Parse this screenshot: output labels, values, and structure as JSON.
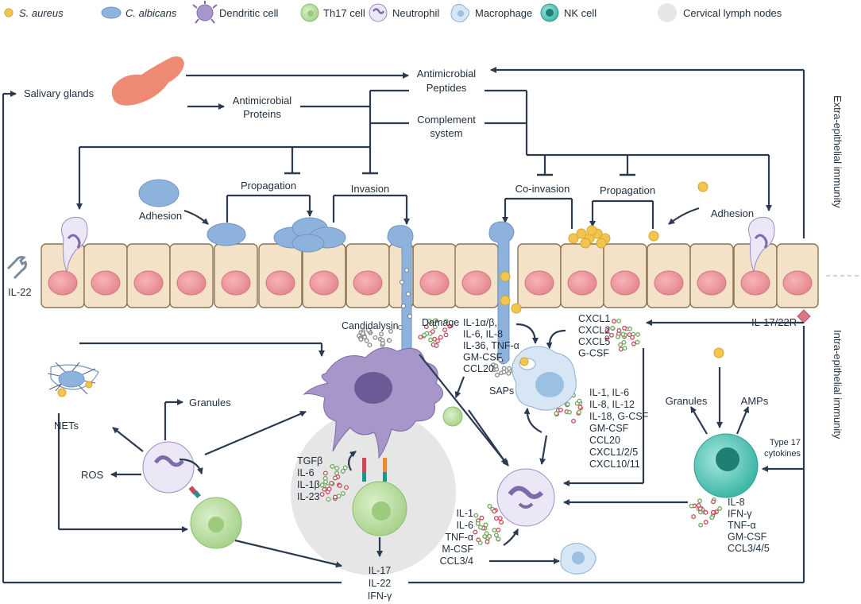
{
  "legend": [
    {
      "icon": "s-aureus-icon",
      "label": "S. aureus",
      "italic": true
    },
    {
      "icon": "c-albicans-icon",
      "label": "C. albicans",
      "italic": true
    },
    {
      "icon": "dendritic-cell-icon",
      "label": "Dendritic cell",
      "italic": false
    },
    {
      "icon": "th17-cell-icon",
      "label": "Th17 cell",
      "italic": false
    },
    {
      "icon": "neutrophil-icon",
      "label": "Neutrophil",
      "italic": false
    },
    {
      "icon": "macrophage-icon",
      "label": "Macrophage",
      "italic": false
    },
    {
      "icon": "nk-cell-icon",
      "label": "NK cell",
      "italic": false
    },
    {
      "icon": "cervical-lymph-nodes-icon",
      "label": "Cervical lymph nodes",
      "italic": false
    }
  ],
  "top": {
    "salivary_glands": "Salivary glands",
    "amp_peptides_1": "Antimicrobial",
    "amp_peptides_2": "Peptides",
    "amp_proteins_1": "Antimicrobial",
    "amp_proteins_2": "Proteins",
    "complement_1": "Complement",
    "complement_2": "system"
  },
  "process": {
    "adhesion_left": "Adhesion",
    "propagation_left": "Propagation",
    "invasion": "Invasion",
    "co_invasion": "Co-invasion",
    "propagation_right": "Propagation",
    "adhesion_right": "Adhesion"
  },
  "side": {
    "extra_epithelial": "Extra-epithelial  immunity",
    "intra_epithelial": "Intra-epithelial immunity",
    "il22_left": "IL-22",
    "il17_22r": "IL-17/22R"
  },
  "labels": {
    "candidalysin": "Candidalysin",
    "damage": "Damage",
    "sa_cytokines": [
      "IL-1α/β,",
      "IL-6, IL-8",
      "IL-36, TNF-α",
      "GM-CSF,",
      "CCL20"
    ],
    "cxcl_group": [
      "CXCL1",
      "CXCL2",
      "CXCL5",
      "G-CSF"
    ],
    "saps": "SAPs",
    "macrophage_cytokines": [
      "IL-1, IL-6",
      "IL-8, IL-12",
      "IL-18, G-CSF",
      "GM-CSF",
      "CCL20",
      "CXCL1/2/5",
      "CXCL10/11"
    ],
    "nets": "NETs",
    "granules_left": "Granules",
    "ros": "ROS",
    "dc_cytokines": [
      "TGFβ",
      "IL-6",
      "IL-1β",
      "IL-23"
    ],
    "neutrophil_cytokines": [
      "IL-1",
      "IL-6",
      "TNF-α",
      "M-CSF",
      "CCL3/4"
    ],
    "th17_outputs": [
      "IL-17",
      "IL-22",
      "IFN-γ"
    ],
    "granules_right": "Granules",
    "amps": "AMPs",
    "type17_1": "Type 17",
    "type17_2": "cytokines",
    "nk_cytokines": [
      "IL-8",
      "IFN-γ",
      "TNF-α",
      "GM-CSF",
      "CCL3/4/5"
    ]
  },
  "colors": {
    "s_aureus": "#f2c450",
    "c_albicans": "#8db3dd",
    "dendritic": "#a796c9",
    "th17": "#c8e6b0",
    "neutrophil": "#ece7f6",
    "macrophage": "#d6e6f4",
    "nk_cell": "#7fd4c8",
    "lymph_node": "#e6e6e6",
    "epithelial": "#f3e1c8",
    "nucleus": "#ef9aa0",
    "salivary": "#ee8a73",
    "arrow": "#2b3a4e"
  }
}
